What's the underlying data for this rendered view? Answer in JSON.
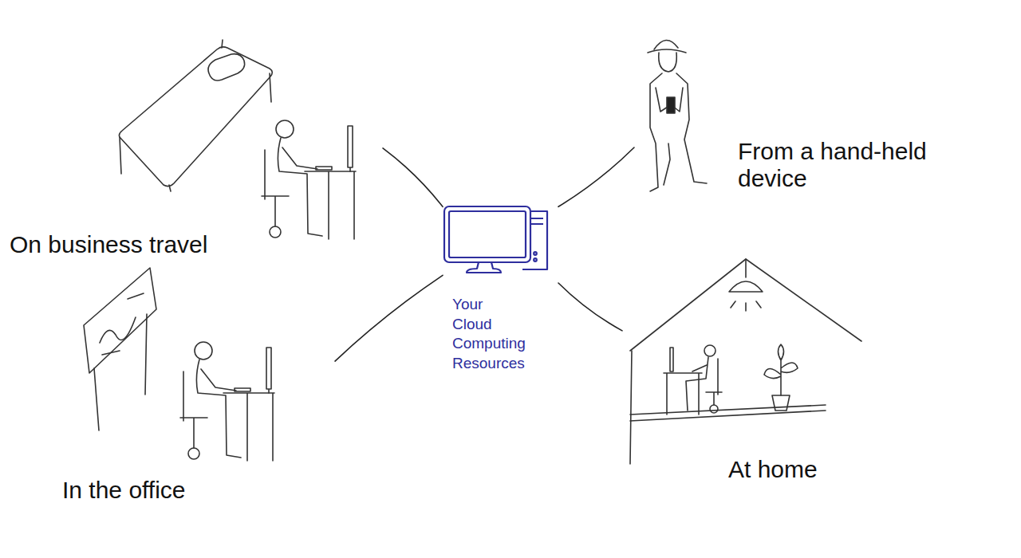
{
  "diagram": {
    "nodes": [
      {
        "text": [
          "On business travel"
        ]
      },
      {
        "text": [
          "From a hand-held device"
        ]
      },
      {
        "text": [
          "Your Cloud Computing Resources"
        ]
      },
      {
        "text": [
          "In the office"
        ]
      },
      {
        "text": [
          "At home"
        ]
      }
    ],
    "edges": [
      {
        "from": 2,
        "to": 0,
        "arrow": "none"
      },
      {
        "from": 2,
        "to": 1,
        "arrow": "none"
      },
      {
        "from": 2,
        "to": 3,
        "arrow": "none"
      },
      {
        "from": 2,
        "to": 4,
        "arrow": "none"
      }
    ]
  }
}
